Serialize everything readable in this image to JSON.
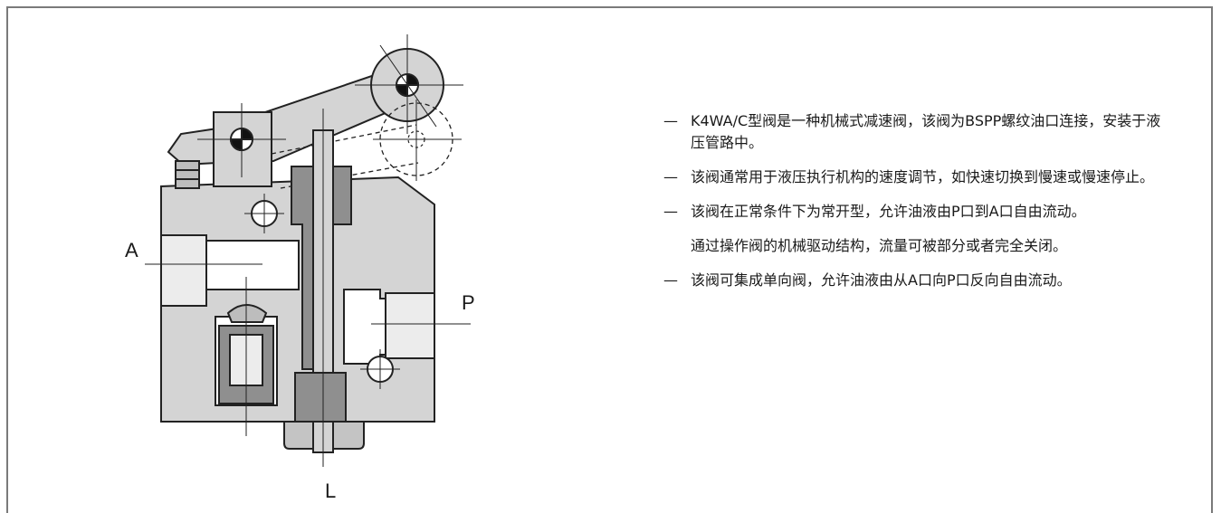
{
  "ports": {
    "a": "A",
    "p": "P",
    "l": "L"
  },
  "paragraphs": [
    {
      "dash": "—",
      "text": "K4WA/C型阀是一种机械式减速阀，该阀为BSPP螺纹油口连接，安装于液压管路中。"
    },
    {
      "dash": "—",
      "text": "该阀通常用于液压执行机构的速度调节，如快速切换到慢速或慢速停止。"
    },
    {
      "dash": "—",
      "text": "该阀在正常条件下为常开型，允许油液由P口到A口自由流动。"
    },
    {
      "dash": "",
      "text": "通过操作阀的机械驱动结构，流量可被部分或者完全关闭。"
    },
    {
      "dash": "—",
      "text": "该阀可集成单向阀，允许油液由从A口向P口反向自由流动。"
    }
  ],
  "colors": {
    "body": "#d4d4d4",
    "dark": "#8f8f8f",
    "outline": "#222222",
    "border": "#7a7a7a"
  }
}
